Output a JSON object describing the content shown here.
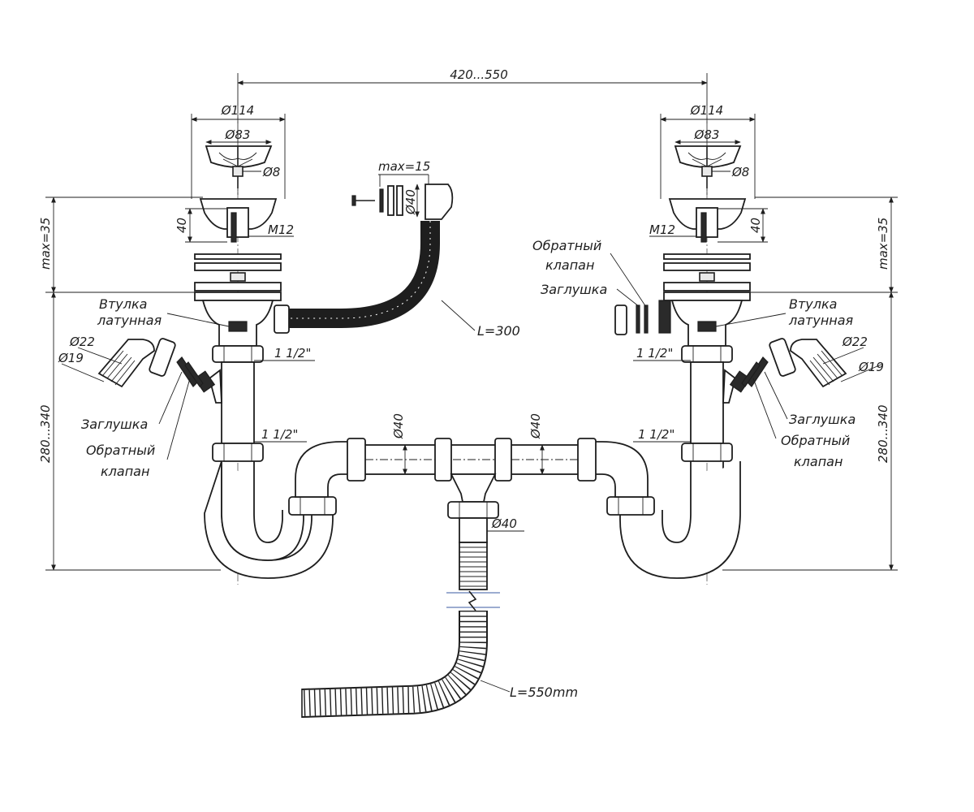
{
  "dimensions": {
    "spacing": "420...550",
    "diameter_114": "Ø114",
    "diameter_83": "Ø83",
    "diameter_8": "Ø8",
    "height_40": "40",
    "thread_m12": "M12",
    "max_35": "max=35",
    "max_15": "max=15",
    "diameter_40": "Ø40",
    "diameter_22": "Ø22",
    "diameter_19": "Ø19",
    "thread_1_5": "1 1/2\"",
    "height_280_340": "280...340",
    "hose_length_300": "L=300",
    "hose_length_550": "L=550mm"
  },
  "labels": {
    "bushing_line1": "Втулка",
    "bushing_line2": "латунная",
    "plug": "Заглушка",
    "check_valve_line1": "Обратный",
    "check_valve_line2": "клапан"
  },
  "colors": {
    "line": "#1e1e1e",
    "hose": "#2a2a2a",
    "fill_light": "#e9e9e9",
    "background": "#ffffff"
  }
}
